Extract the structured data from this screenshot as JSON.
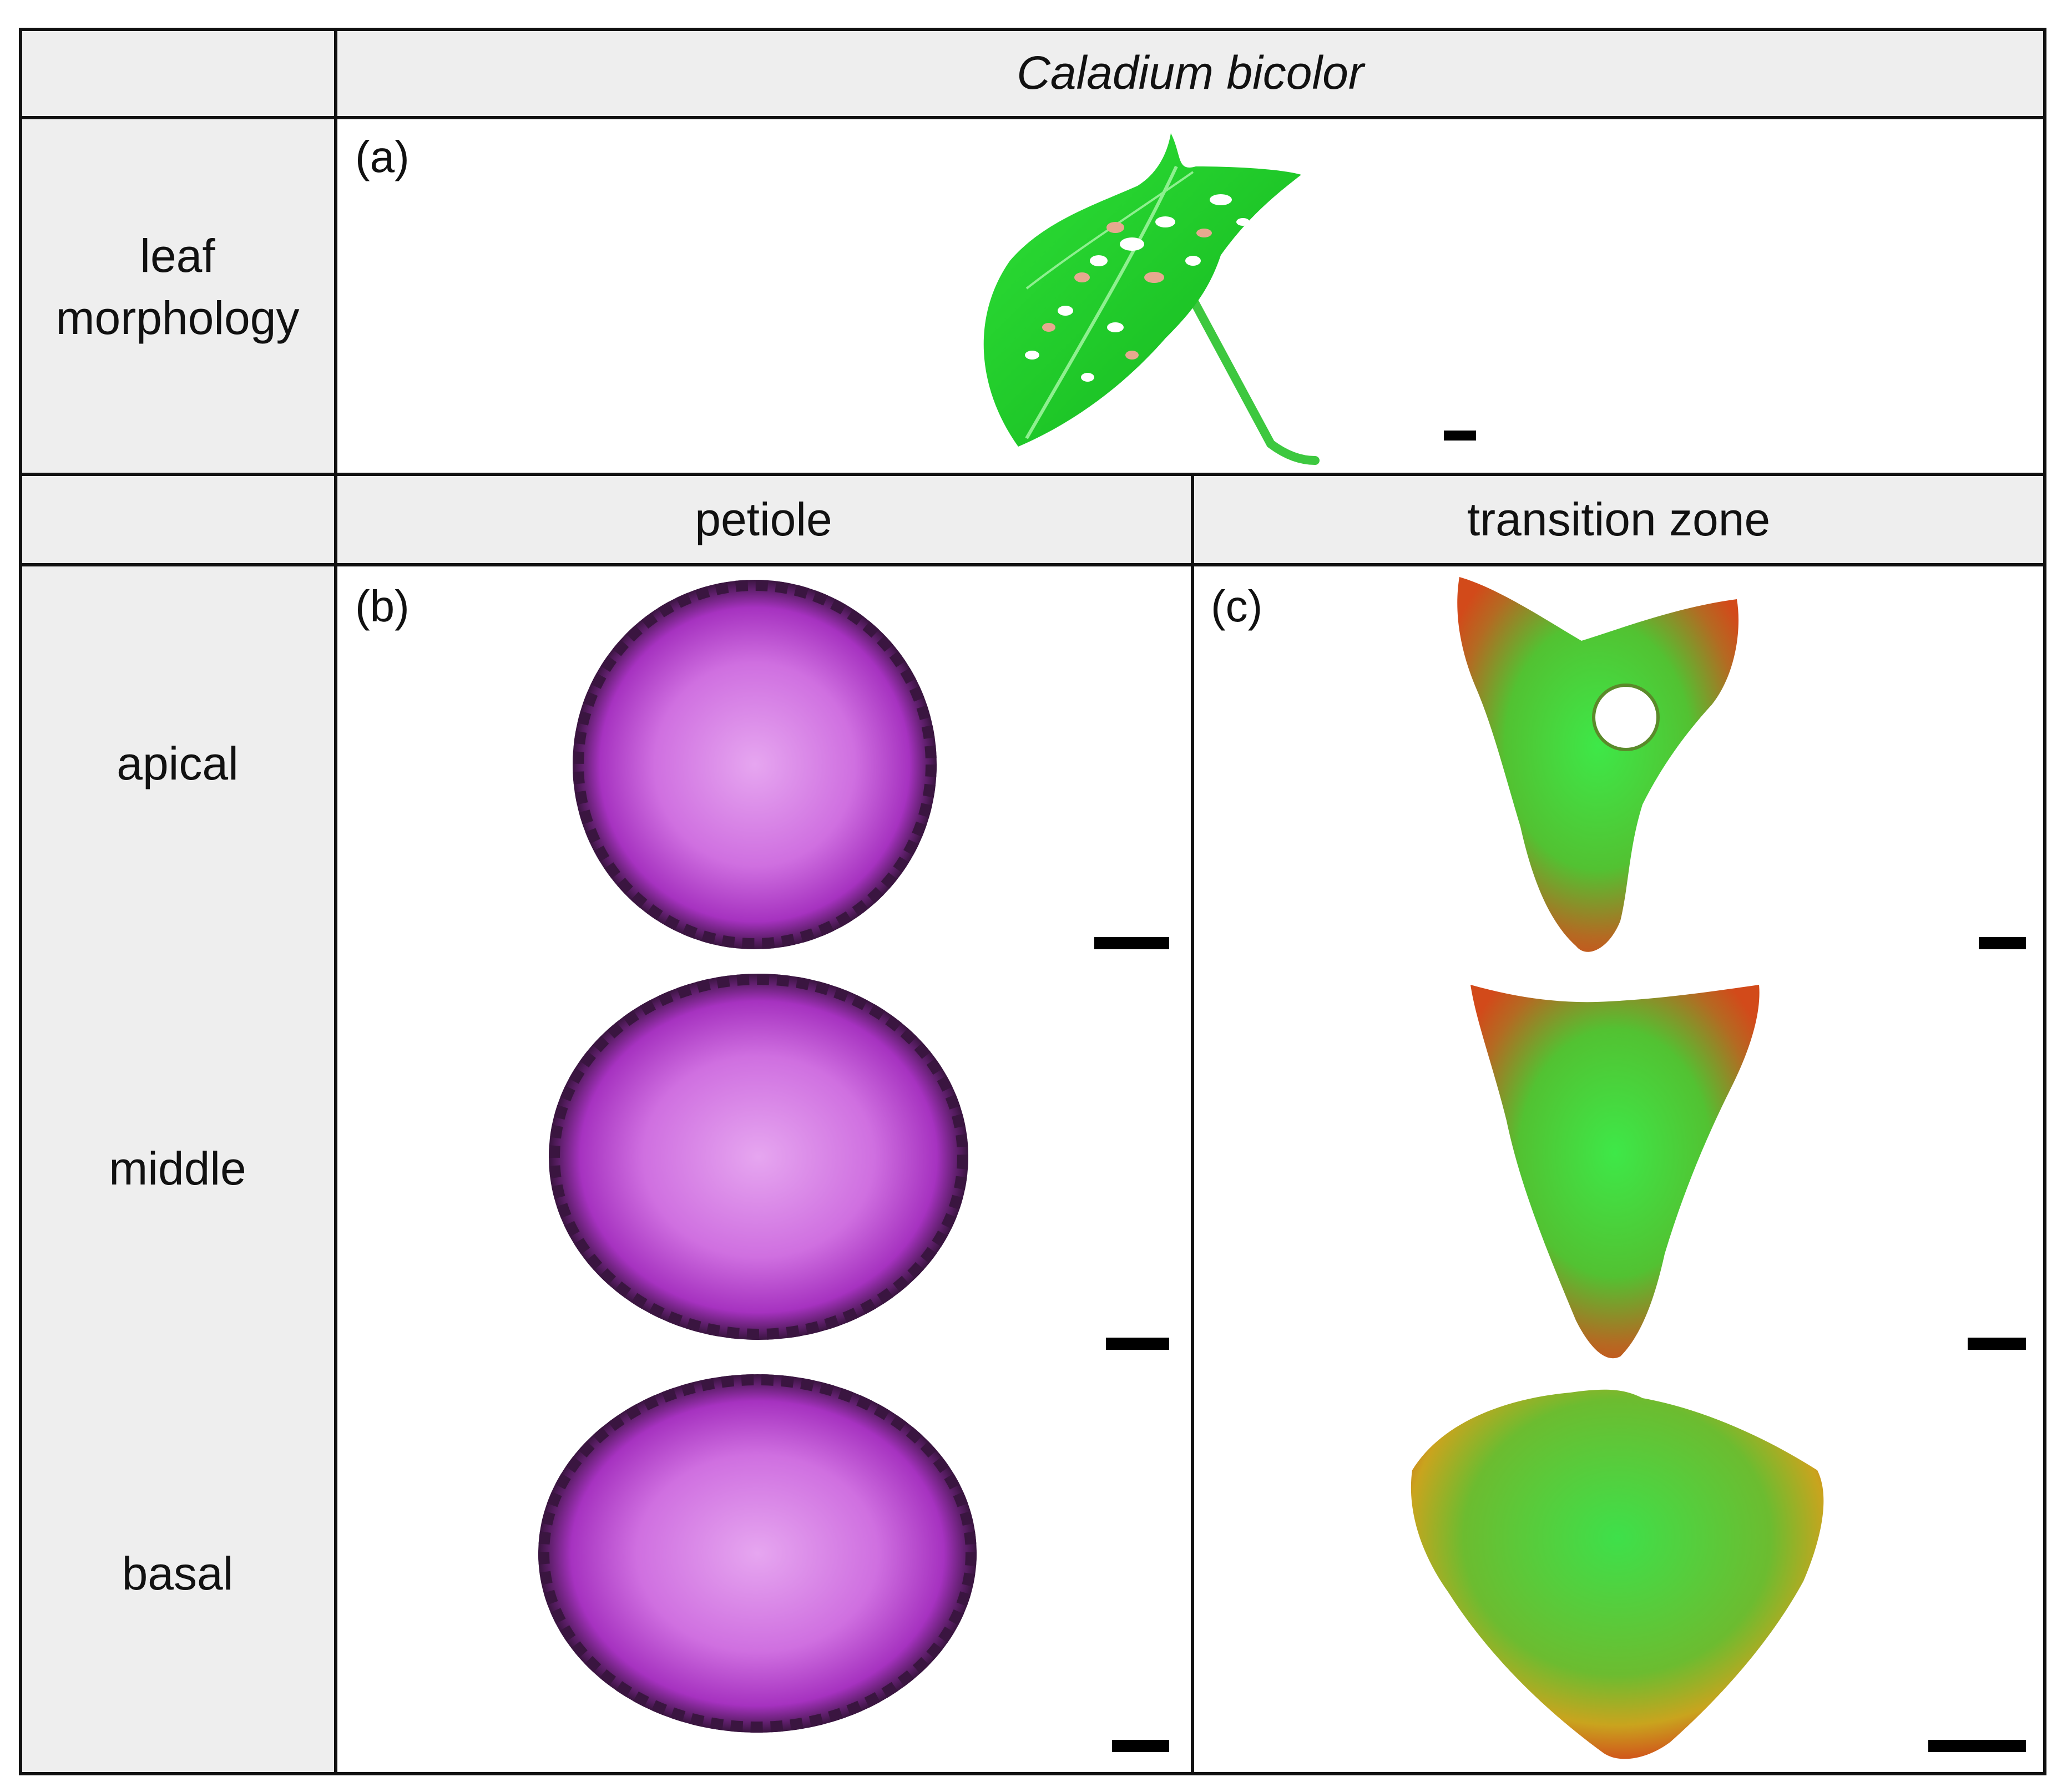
{
  "header": {
    "species": "Caladium bicolor"
  },
  "rows": {
    "leaf_morphology": {
      "label_line1": "leaf",
      "label_line2": "morphology"
    },
    "apical": "apical",
    "middle": "middle",
    "basal": "basal"
  },
  "columns": {
    "petiole": "petiole",
    "transition_zone": "transition zone"
  },
  "panels": {
    "a": "(a)",
    "b": "(b)",
    "c": "(c)"
  },
  "colors": {
    "header_bg": "#eeeeee",
    "leaf_green": "#22d32a",
    "petiole_stain": "#b230c8",
    "petiole_edge": "#3a1540",
    "transition_red": "#c8461c",
    "transition_green": "#2ee040"
  }
}
